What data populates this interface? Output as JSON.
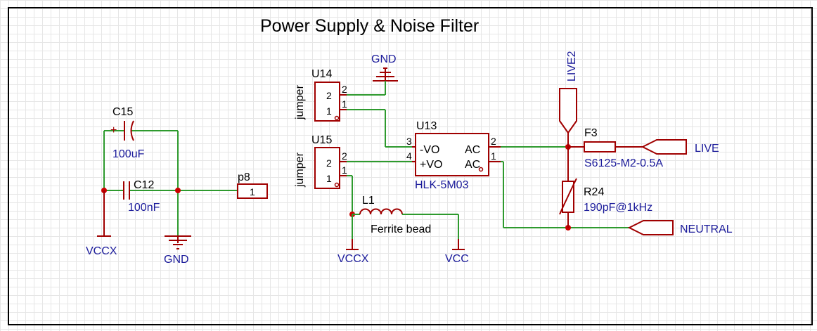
{
  "title": "Power Supply & Noise Filter",
  "components": {
    "c15": {
      "ref": "C15",
      "value": "100uF",
      "polarity": "+"
    },
    "c12": {
      "ref": "C12",
      "value": "100nF"
    },
    "p8": {
      "ref": "p8",
      "pin": "1"
    },
    "u14": {
      "ref": "U14",
      "type": "jumper",
      "pin2": "2",
      "pin1": "1",
      "pin2_num": "2",
      "pin1_num": "1"
    },
    "u15": {
      "ref": "U15",
      "type": "jumper",
      "pin2": "2",
      "pin1": "1",
      "pin2_num": "2",
      "pin1_num": "1"
    },
    "u13": {
      "ref": "U13",
      "value": "HLK-5M03",
      "pin3": "3",
      "pin4": "4",
      "pin2": "2",
      "pin1": "1",
      "vo_neg": "-VO",
      "vo_pos": "+VO",
      "ac_top": "AC",
      "ac_bot": "AC"
    },
    "l1": {
      "ref": "L1",
      "value": "Ferrite bead"
    },
    "f3": {
      "ref": "F3",
      "value": "S6125-M2-0.5A"
    },
    "r24": {
      "ref": "R24",
      "value": "190pF@1kHz"
    }
  },
  "nets": {
    "gnd_top": "GND",
    "gnd_bottom": "GND",
    "vccx_left": "VCCX",
    "vccx_mid": "VCCX",
    "vcc": "VCC",
    "live2": "LIVE2",
    "live": "LIVE",
    "neutral": "NEUTRAL"
  },
  "colors": {
    "wire": "#2e9a2e",
    "part": "#a00000",
    "net_label": "#1a1a9a",
    "junction": "#cc0000"
  }
}
